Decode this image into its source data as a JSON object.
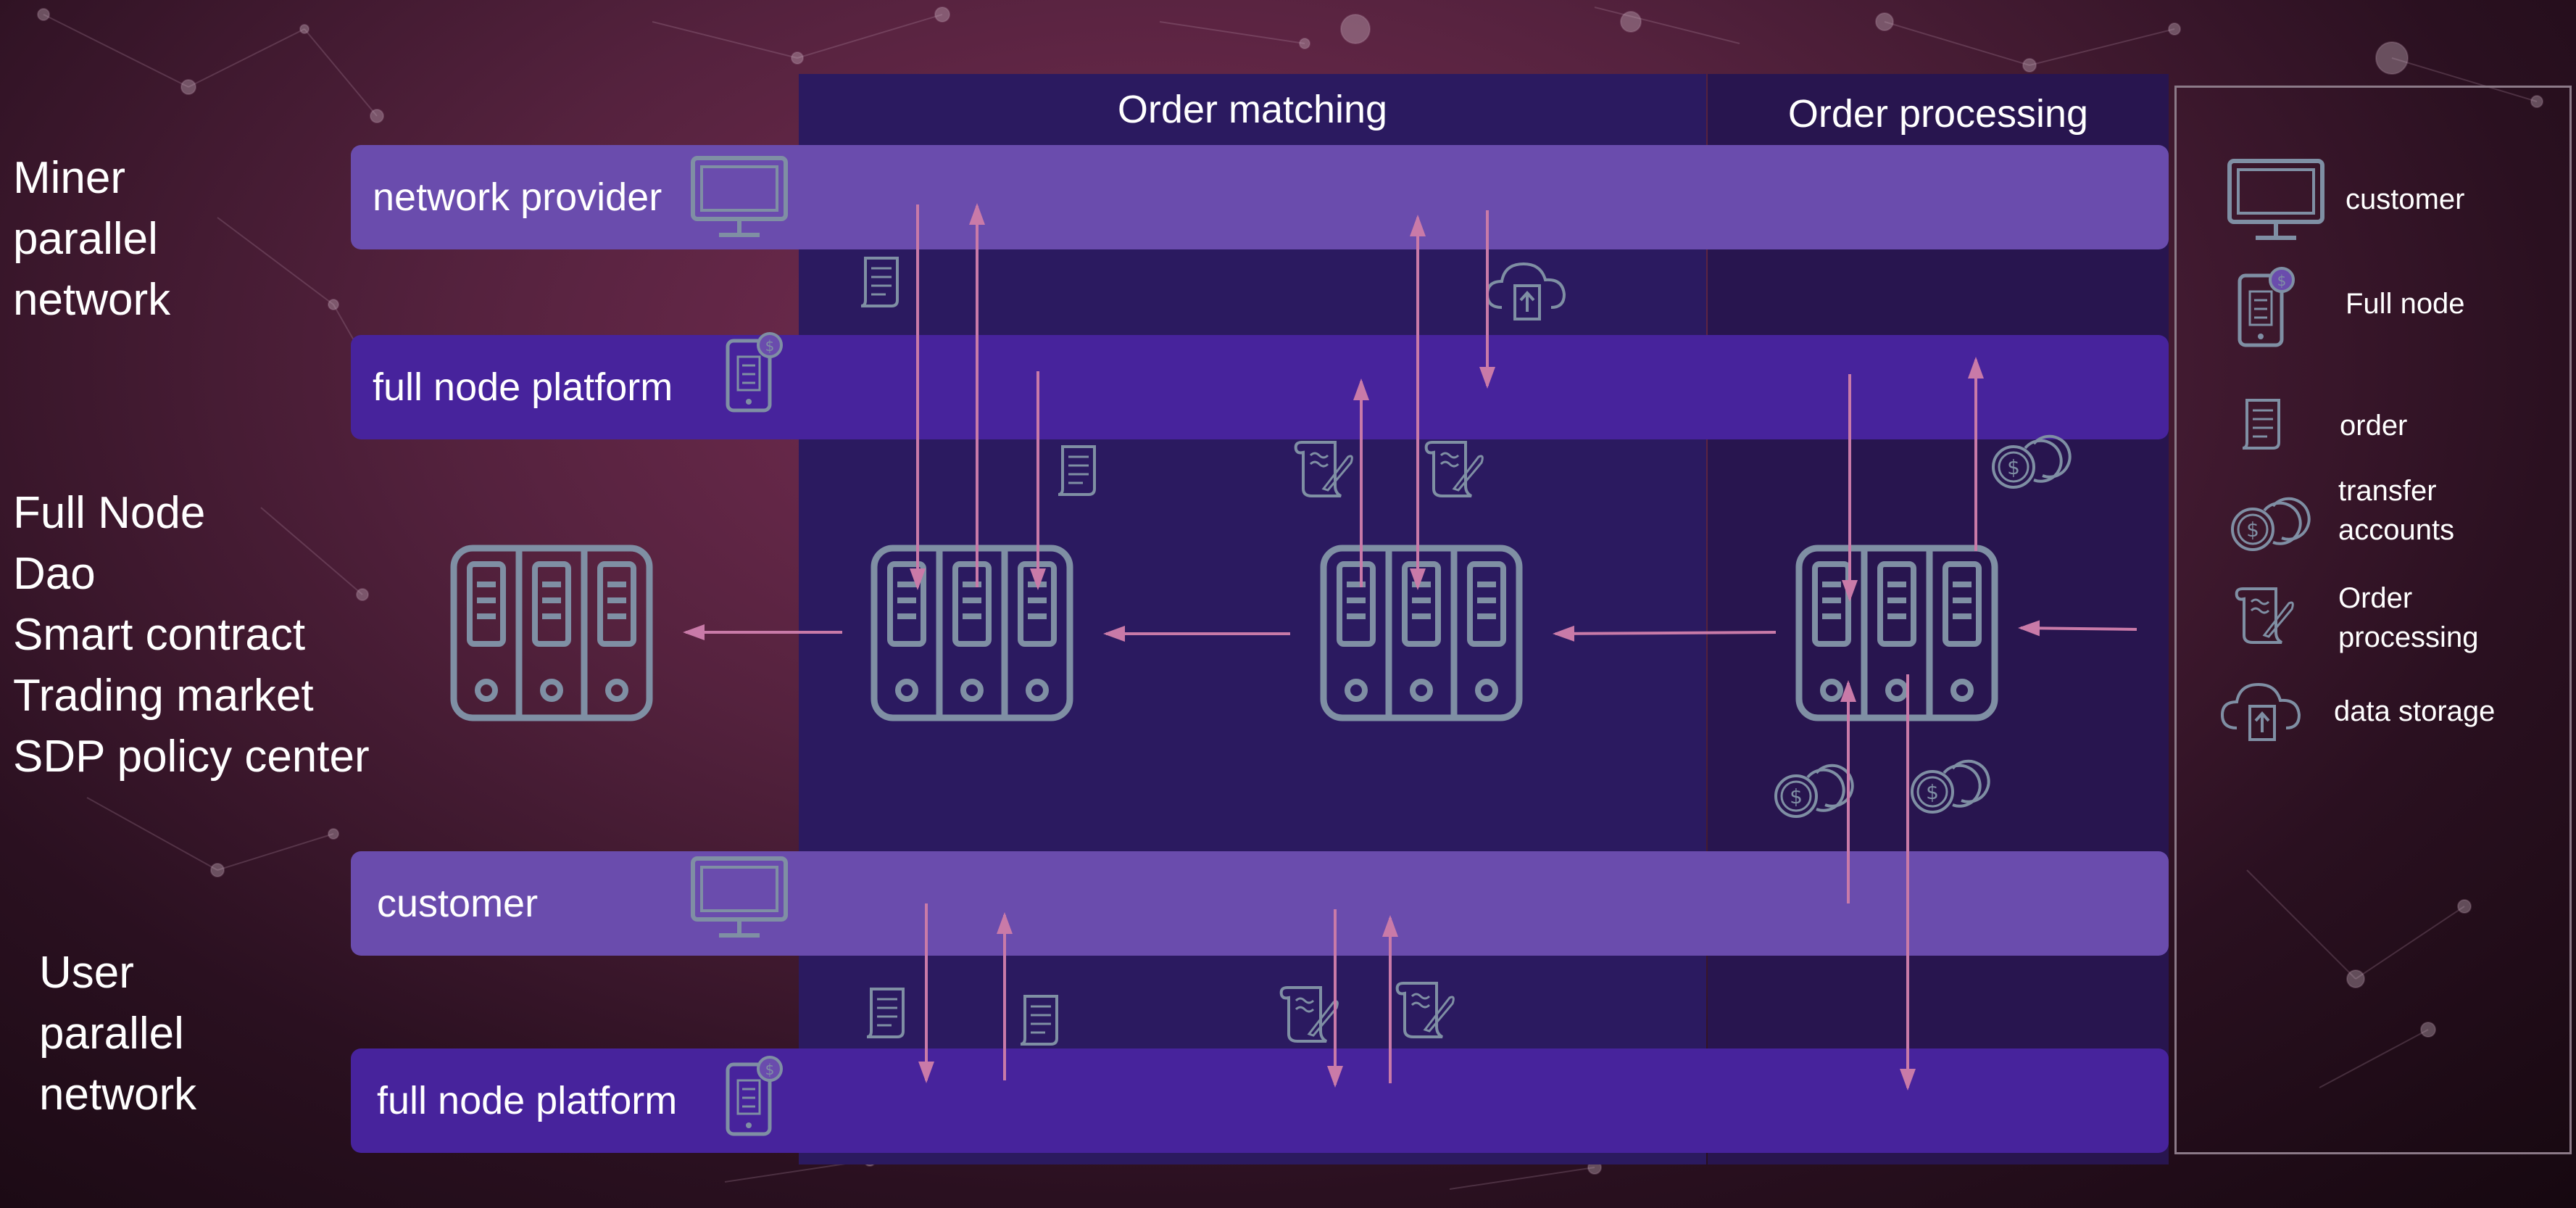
{
  "left_labels": {
    "miner": "Miner\nparallel\nnetwork",
    "full_node": "Full Node\nDao\nSmart contract\nTrading market\nSDP policy center",
    "user": "User\nparallel\nnetwork"
  },
  "columns": {
    "order_matching": "Order matching",
    "order_processing": "Order processing"
  },
  "bands": {
    "network_provider": "network provider",
    "full_node_platform_top": "full node platform",
    "customer": "customer",
    "full_node_platform_bottom": "full node platform"
  },
  "legend": {
    "customer": "customer",
    "full_node": "Full node",
    "order": "order",
    "transfer_accounts": "transfer\naccounts",
    "order_processing": "Order\nprocessing",
    "data_storage": "data storage"
  },
  "colors": {
    "band_light": "#6a4cad",
    "band_dark": "#47239c",
    "arrow": "#c97aa8",
    "icon": "#7f8fa4",
    "column_bg": "#2e1a62"
  },
  "icons": [
    "monitor-icon",
    "phone-node-icon",
    "document-icon",
    "coins-icon",
    "scroll-quill-icon",
    "cloud-upload-icon",
    "server-cabinet-icon"
  ]
}
